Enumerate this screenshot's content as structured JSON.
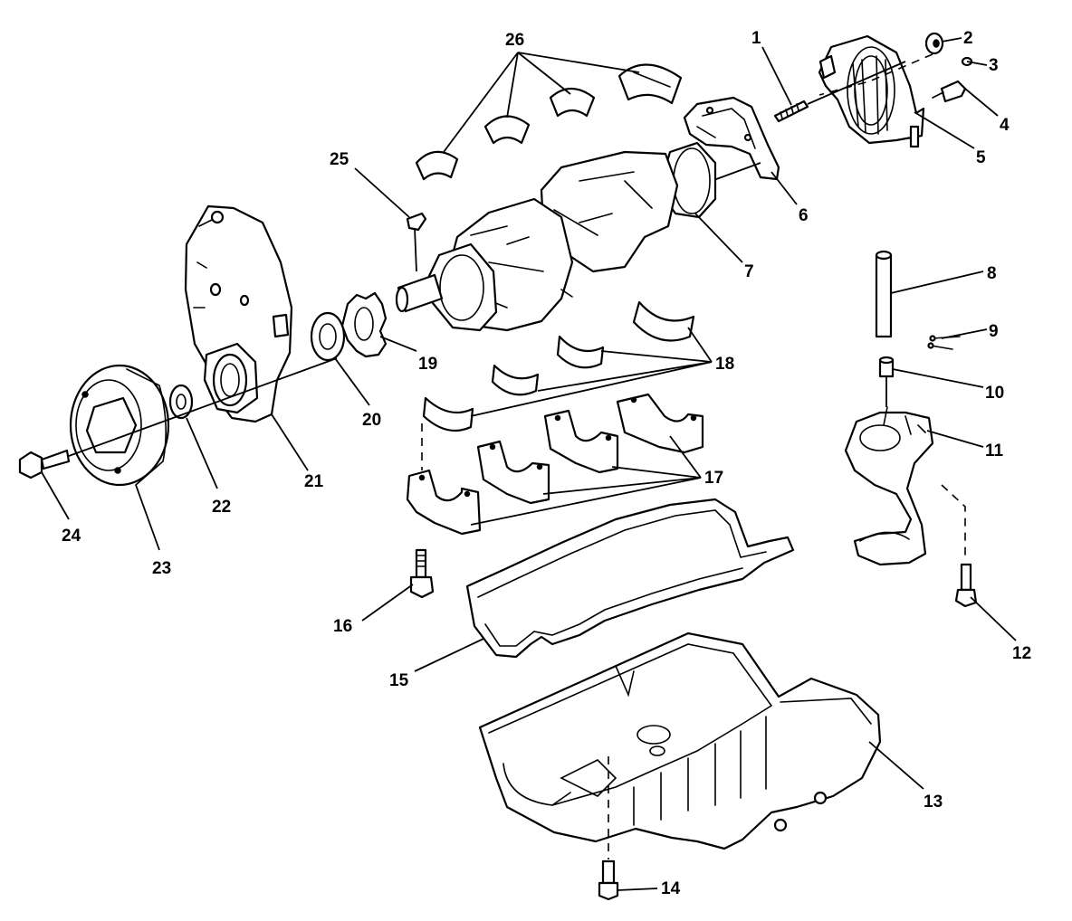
{
  "callouts": [
    {
      "id": "1",
      "text": "1"
    },
    {
      "id": "2",
      "text": "2"
    },
    {
      "id": "3",
      "text": "3"
    },
    {
      "id": "4",
      "text": "4"
    },
    {
      "id": "5",
      "text": "5"
    },
    {
      "id": "6",
      "text": "6"
    },
    {
      "id": "7",
      "text": "7"
    },
    {
      "id": "8",
      "text": "8"
    },
    {
      "id": "9",
      "text": "9"
    },
    {
      "id": "10",
      "text": "10"
    },
    {
      "id": "11",
      "text": "11"
    },
    {
      "id": "12",
      "text": "12"
    },
    {
      "id": "13",
      "text": "13"
    },
    {
      "id": "14",
      "text": "14"
    },
    {
      "id": "15",
      "text": "15"
    },
    {
      "id": "16",
      "text": "16"
    },
    {
      "id": "17",
      "text": "17"
    },
    {
      "id": "18",
      "text": "18"
    },
    {
      "id": "19",
      "text": "19"
    },
    {
      "id": "20",
      "text": "20"
    },
    {
      "id": "21",
      "text": "21"
    },
    {
      "id": "22",
      "text": "22"
    },
    {
      "id": "23",
      "text": "23"
    },
    {
      "id": "24",
      "text": "24"
    },
    {
      "id": "25",
      "text": "25"
    },
    {
      "id": "26",
      "text": "26"
    }
  ],
  "colors": {
    "ink": "#000000",
    "paper": "#ffffff"
  }
}
